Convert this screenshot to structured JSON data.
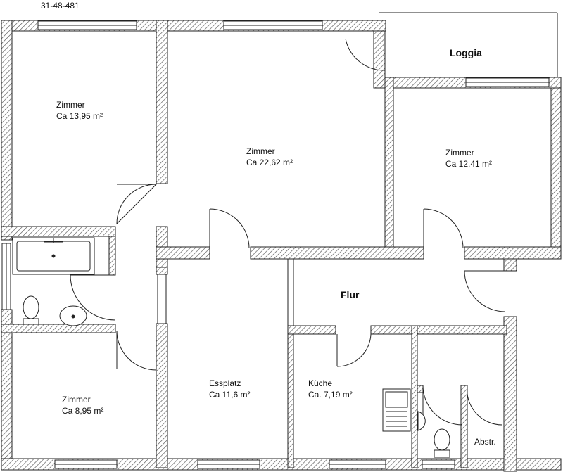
{
  "plan": {
    "code": "31-48-481",
    "rooms": {
      "zimmer1": {
        "name": "Zimmer",
        "area": "Ca 13,95 m²"
      },
      "zimmer2": {
        "name": "Zimmer",
        "area": "Ca 22,62 m²"
      },
      "zimmer3": {
        "name": "Zimmer",
        "area": "Ca 12,41 m²"
      },
      "zimmer4": {
        "name": "Zimmer",
        "area": "Ca 8,95 m²"
      },
      "essplatz": {
        "name": "Essplatz",
        "area": "Ca 11,6 m²"
      },
      "kueche": {
        "name": "Küche",
        "area": "Ca. 7,19 m²"
      },
      "flur": {
        "name": "Flur"
      },
      "loggia": {
        "name": "Loggia"
      },
      "abstr": {
        "name": "Abstr."
      }
    }
  }
}
